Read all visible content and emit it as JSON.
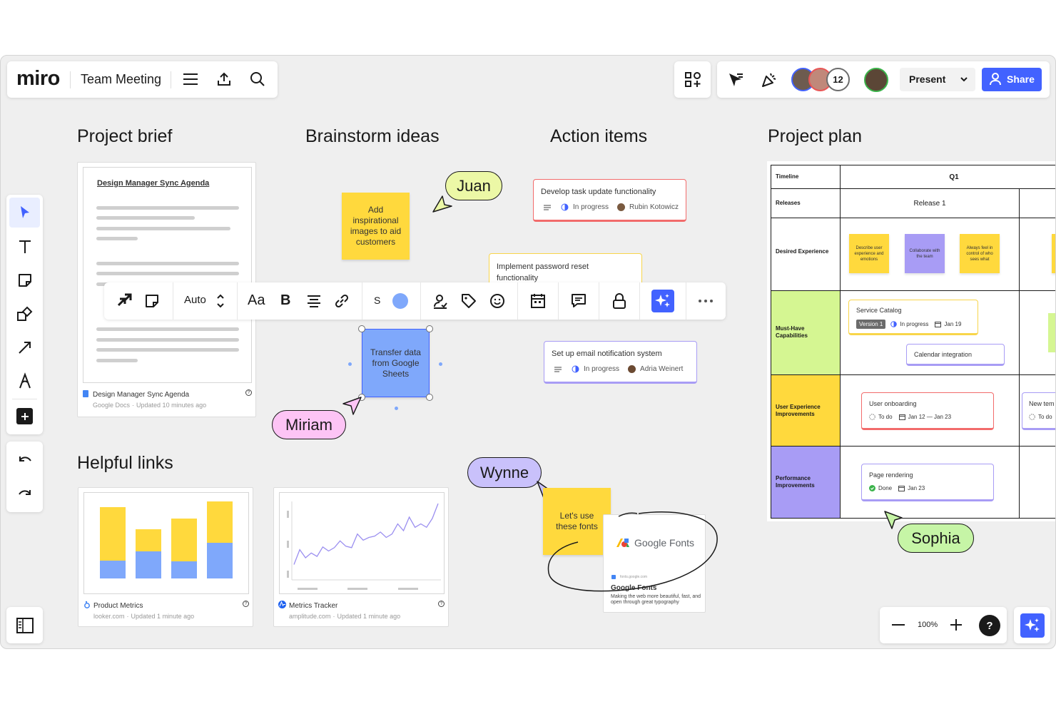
{
  "app": {
    "logo": "miro",
    "board_name": "Team Meeting"
  },
  "header": {
    "collaborator_count": "12",
    "present_label": "Present",
    "share_label": "Share"
  },
  "sections": {
    "project_brief": "Project brief",
    "brainstorm": "Brainstorm ideas",
    "action_items": "Action items",
    "project_plan": "Project plan",
    "helpful_links": "Helpful links"
  },
  "brief_doc": {
    "heading": "Design Manager Sync Agenda",
    "file_name": "Design Manager Sync Agenda",
    "source": "Google Docs",
    "updated": "Updated 10 minutes ago"
  },
  "brainstorm": {
    "sticky1": "Add inspirational images to aid customers",
    "sticky2": "Transfer data from Google Sheets",
    "cursor_juan": "Juan",
    "cursor_miriam": "Miriam"
  },
  "toolbar": {
    "auto_label": "Auto",
    "font_label": "Aa",
    "bold_label": "B",
    "size_label": "S"
  },
  "action_items": [
    {
      "title": "Develop task update functionality",
      "status": "In progress",
      "assignee": "Rubin Kotowicz"
    },
    {
      "title": "Implement password reset functionality"
    },
    {
      "title": "Set up email notification system",
      "status": "In progress",
      "assignee": "Adria Weinert"
    }
  ],
  "plan": {
    "row_timeline": "Timeline",
    "col_q1": "Q1",
    "row_releases": "Releases",
    "release_1": "Release 1",
    "row_desired": "Desired Experience",
    "stickies": [
      "Describe user experience and emotions",
      "Collaborate with the team",
      "Always feel in control of who sees what"
    ],
    "row_must_have": "Must-Have Capabilities",
    "service_catalog": {
      "title": "Service Catalog",
      "tag": "Version 1",
      "status": "In progress",
      "date": "Jan 19"
    },
    "calendar": "Calendar integration",
    "row_ux": "User Experience Improvements",
    "onboarding": {
      "title": "User onboarding",
      "status": "To do",
      "date": "Jan 12 — Jan 23"
    },
    "new_item": {
      "title": "New tem",
      "status": "To do"
    },
    "row_perf": "Performance Improvements",
    "page_rendering": {
      "title": "Page rendering",
      "status": "Done",
      "date": "Jan 23"
    }
  },
  "links": [
    {
      "name": "Product Metrics",
      "source": "looker.com",
      "updated": "Updated 1 minute ago"
    },
    {
      "name": "Metrics Tracker",
      "source": "amplitude.com",
      "updated": "Updated 1 minute ago"
    }
  ],
  "fonts_area": {
    "cursor_wynne": "Wynne",
    "sticky": "Let's use these fonts",
    "card_logo": "Google Fonts",
    "card_url": "fonts.google.com",
    "card_title": "Google Fonts",
    "card_desc": "Making the web more beautiful, fast, and open through great typography"
  },
  "cursor_sophia": "Sophia",
  "zoom": {
    "level": "100%",
    "help": "?"
  },
  "colors": {
    "accent": "#4262ff",
    "sticky_yellow": "#ffd93d",
    "sticky_blue": "#7fa8fb",
    "lime": "#d5f692",
    "violet": "#a89cf5",
    "pink": "#fdc4f5",
    "green_pill": "#c6f5a6"
  },
  "chart_bars": {
    "yellow": [
      0.75,
      0.31,
      0.6,
      0.58
    ],
    "blue": [
      0.25,
      0.38,
      0.24,
      0.5
    ]
  },
  "chart_line": [
    0.1,
    0.32,
    0.2,
    0.27,
    0.22,
    0.36,
    0.3,
    0.35,
    0.45,
    0.37,
    0.35,
    0.55,
    0.46,
    0.5,
    0.52,
    0.58,
    0.5,
    0.55,
    0.7,
    0.6,
    0.8,
    0.65,
    0.7,
    0.65,
    0.78,
    1.0
  ]
}
